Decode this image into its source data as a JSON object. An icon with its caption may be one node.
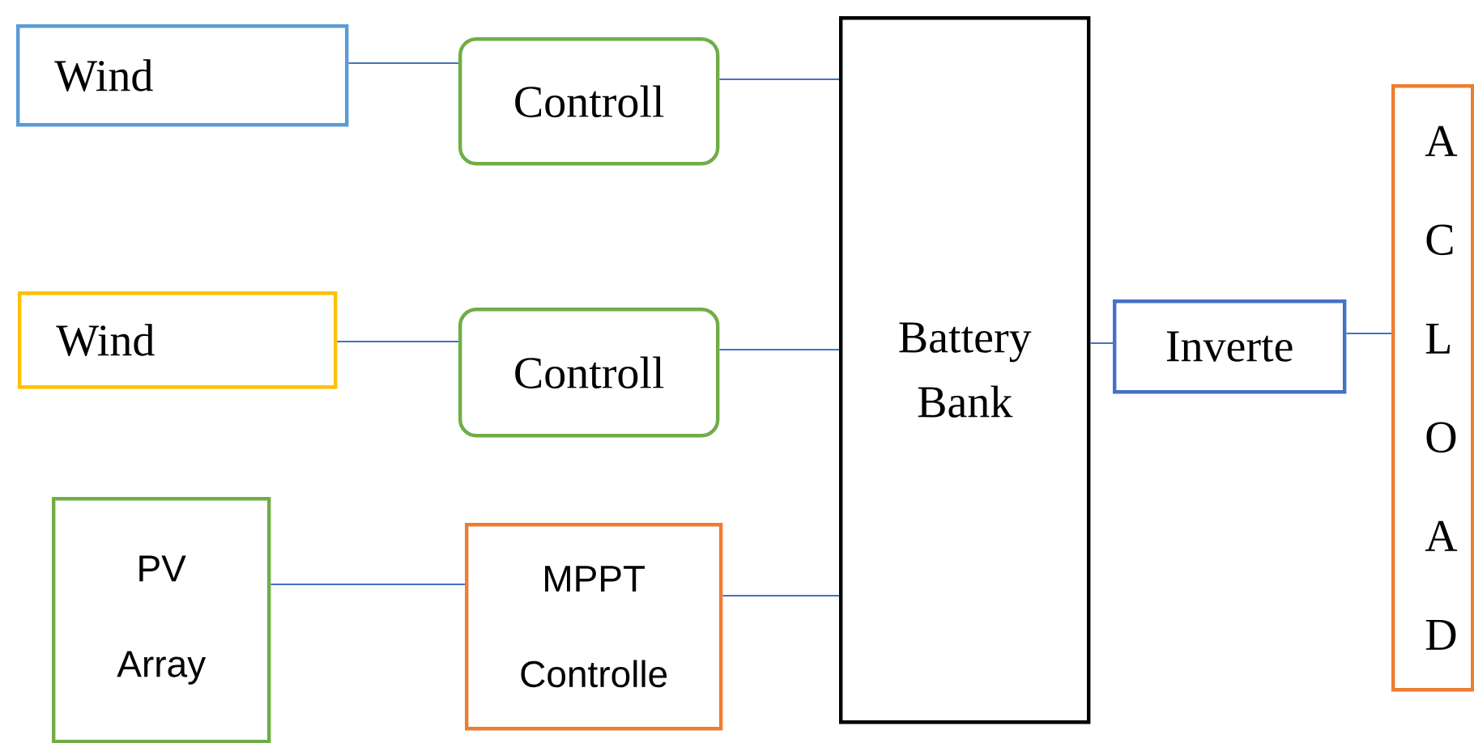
{
  "diagram": {
    "nodes": [
      {
        "text": [
          "Wind"
        ]
      },
      {
        "text": [
          "Controll"
        ]
      },
      {
        "text": [
          "Wind"
        ]
      },
      {
        "text": [
          "Controll"
        ]
      },
      {
        "text": [
          "PV Array"
        ]
      },
      {
        "text": [
          "MPPT Controlle"
        ]
      },
      {
        "text": [
          "Battery Bank"
        ]
      },
      {
        "text": [
          "Inverte"
        ]
      },
      {
        "text": [
          "A C L O A D"
        ]
      }
    ],
    "edges": [
      {
        "from": 0,
        "to": 1,
        "arrow": "none"
      },
      {
        "from": 1,
        "to": 6,
        "arrow": "none"
      },
      {
        "from": 2,
        "to": 3,
        "arrow": "none"
      },
      {
        "from": 3,
        "to": 6,
        "arrow": "none"
      },
      {
        "from": 4,
        "to": 5,
        "arrow": "none"
      },
      {
        "from": 5,
        "to": 6,
        "arrow": "none"
      },
      {
        "from": 6,
        "to": 7,
        "arrow": "none"
      },
      {
        "from": 7,
        "to": 8,
        "arrow": "none"
      }
    ]
  }
}
